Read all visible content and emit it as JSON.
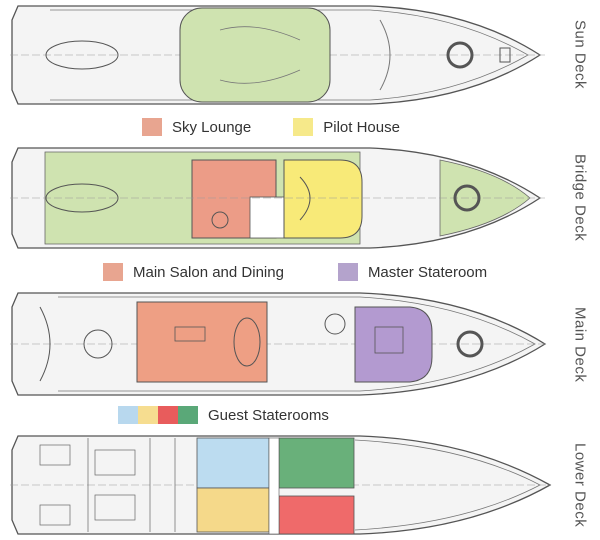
{
  "decks": [
    {
      "id": "sun",
      "label": "Sun Deck"
    },
    {
      "id": "bridge",
      "label": "Bridge Deck"
    },
    {
      "id": "main",
      "label": "Main Deck"
    },
    {
      "id": "lower",
      "label": "Lower Deck"
    }
  ],
  "legends": {
    "bridge": [
      {
        "label": "Sky Lounge",
        "color": "#e8a590"
      },
      {
        "label": "Pilot House",
        "color": "#f6e98a"
      }
    ],
    "main": [
      {
        "label": "Main Salon and Dining",
        "color": "#e8a590"
      },
      {
        "label": "Master Stateroom",
        "color": "#b4a3cc"
      }
    ],
    "lower": [
      {
        "label": "Guest Staterooms",
        "colors": [
          "#b8d8ee",
          "#f6dd90",
          "#e85c5c",
          "#5aa878"
        ]
      }
    ]
  },
  "colors": {
    "green_area": "#cfe3b0",
    "sky_lounge": "#ec9c87",
    "pilot_house": "#f8ea78",
    "main_salon": "#ee9f84",
    "master_stateroom": "#b39ad0",
    "guest_blue": "#bcdcf0",
    "guest_yellow": "#f5d98a",
    "guest_red": "#ef6a6a",
    "guest_green": "#69b07a",
    "hull_line": "#555555"
  }
}
